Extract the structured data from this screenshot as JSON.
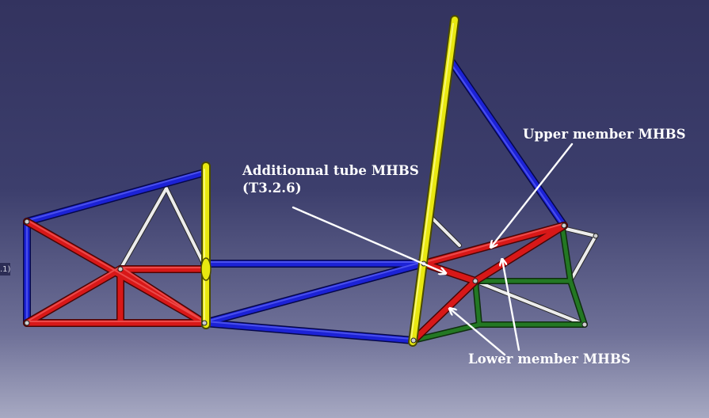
{
  "labels": {
    "additional_tube_line1": "Additionnal tube MHBS",
    "additional_tube_line2": "(T3.2.6)",
    "upper_member": "Upper member MHBS",
    "lower_member": "Lower member MHBS"
  },
  "tree_fragment_text": ".1)",
  "colors": {
    "blue_tube": "#1a1fd0",
    "red_tube": "#d21414",
    "yellow_tube": "#e6e60a",
    "green_tube": "#1e6b1e",
    "white_tube": "#e8e8e8",
    "annotation": "#ffffff"
  }
}
